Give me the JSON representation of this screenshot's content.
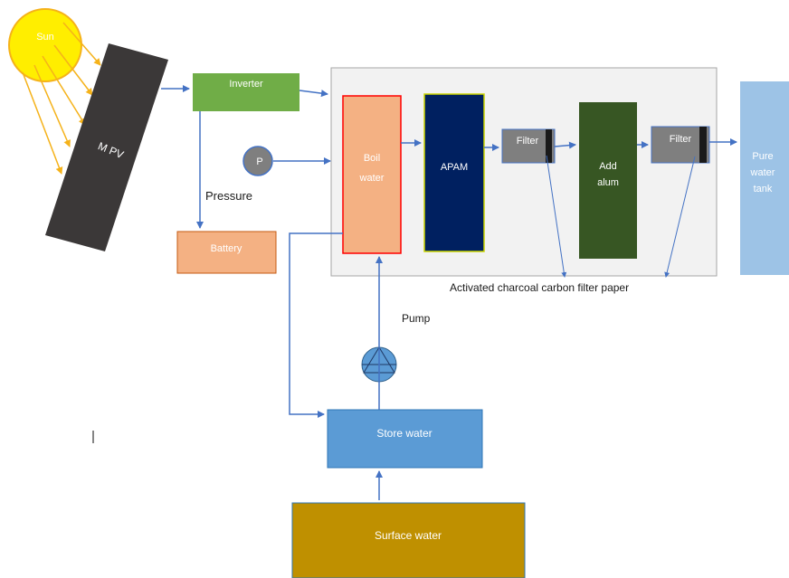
{
  "nodes": {
    "sun": "Sun",
    "mpv": "M PV",
    "inverter": "Inverter",
    "pressure_gauge": "P",
    "pressure_label": "Pressure",
    "battery": "Battery",
    "boil_water": [
      "Boil",
      "water"
    ],
    "apam": "APAM",
    "filter_1": "Filter",
    "add_alum": [
      "Add",
      "alum"
    ],
    "filter_2": "Filter",
    "pure_water_tank": [
      "Pure",
      "water",
      "tank"
    ],
    "filter_paper_label": "Activated charcoal carbon filter paper",
    "pump_label": "Pump",
    "store_water": "Store water",
    "surface_water": "Surface water"
  },
  "colors": {
    "sun": "#ffee00",
    "sun_rays": "#f5b21a",
    "panel": "#3b3838",
    "inverter": "#70ad47",
    "battery": "#f4b183",
    "gauge": "#7f7f7f",
    "boil_water": "#f4b183",
    "boil_border": "#ff0000",
    "apam": "#002060",
    "apam_border": "#c9d400",
    "filter": "#7f7f7f",
    "alum": "#375623",
    "tank": "#9dc3e6",
    "store_water": "#5b9bd5",
    "surface_water": "#bf9000",
    "arrows": "#4472c4",
    "enclosure": "#f2f2f2"
  }
}
